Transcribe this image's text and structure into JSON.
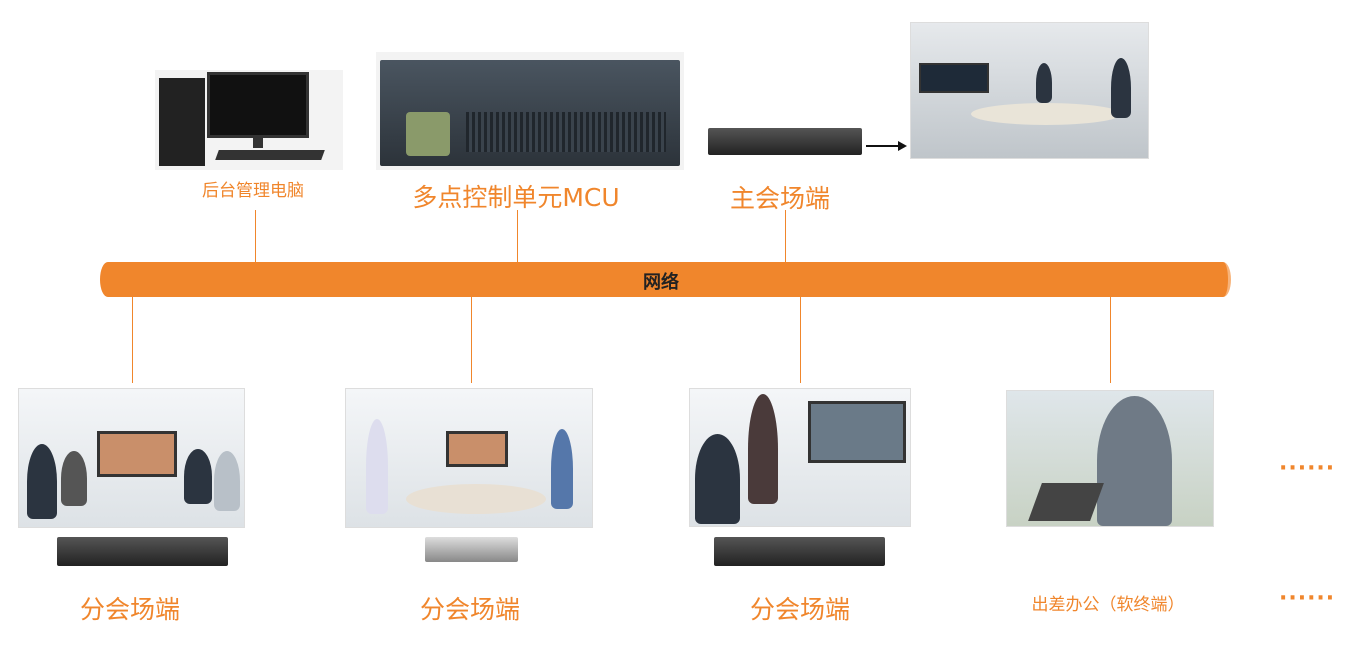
{
  "top": {
    "pc": {
      "label": "后台管理电脑",
      "icon": "desktop-computer-icon"
    },
    "mcu": {
      "label": "多点控制单元MCU",
      "icon": "mcu-server-icon"
    },
    "main_site": {
      "label": "主会场端",
      "icon": "codec-device-icon"
    }
  },
  "network": {
    "label": "网络",
    "color": "#f0862c"
  },
  "bottom": [
    {
      "label": "分会场端"
    },
    {
      "label": "分会场端"
    },
    {
      "label": "分会场端"
    },
    {
      "label": "出差办公（软终端）"
    }
  ],
  "more": "······",
  "accent": "#f0862c"
}
